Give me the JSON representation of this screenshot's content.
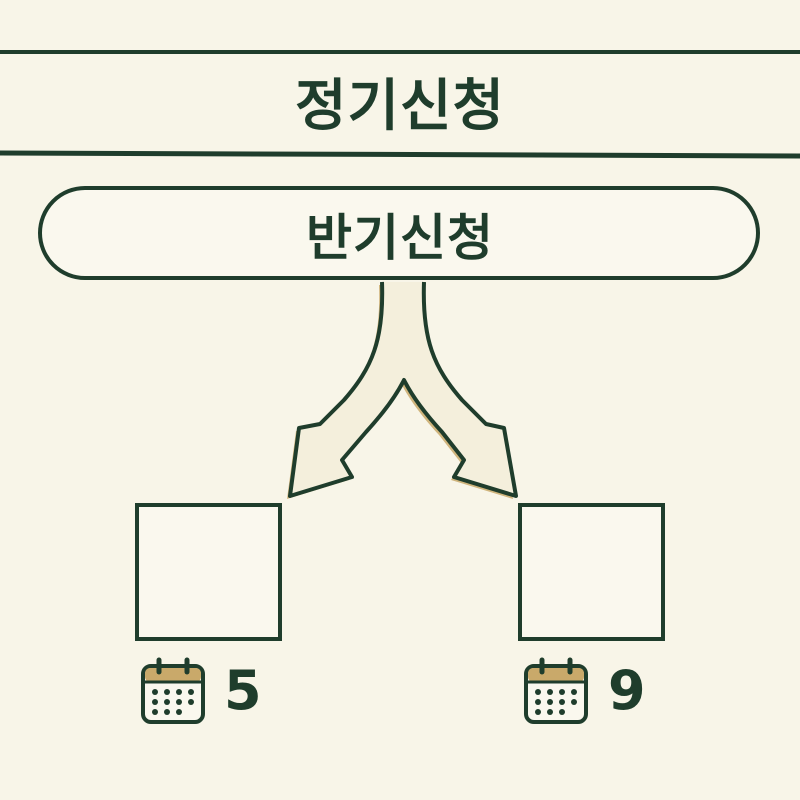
{
  "header": {
    "title": "정기신청"
  },
  "pill": {
    "label": "반기신청"
  },
  "branches": [
    {
      "count": "5",
      "icon": "calendar-icon"
    },
    {
      "count": "9",
      "icon": "calendar-icon"
    }
  ],
  "colors": {
    "ink": "#1f3d2c",
    "accent": "#c9a96a",
    "paper": "#f8f5e8"
  }
}
